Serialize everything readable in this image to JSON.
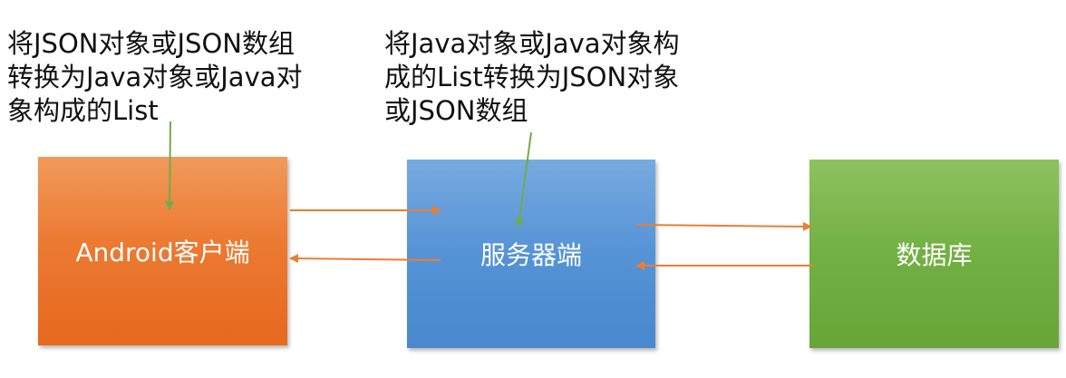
{
  "captions": {
    "left": {
      "lines": [
        "将JSON对象或JSON数组",
        "转换为Java对象或Java对",
        "象构成的List"
      ]
    },
    "right": {
      "lines": [
        "将Java对象或Java对象构",
        "成的List转换为JSON对象",
        "或JSON数组"
      ]
    }
  },
  "nodes": {
    "android": {
      "label": "Android客户端",
      "color": "#ed7d31"
    },
    "server": {
      "label": "服务器端",
      "color": "#5b9bd5"
    },
    "database": {
      "label": "数据库",
      "color": "#70ad47"
    }
  },
  "colors": {
    "flow_arrow": "#ed7d31",
    "annotation_arrow": "#70ad47"
  }
}
